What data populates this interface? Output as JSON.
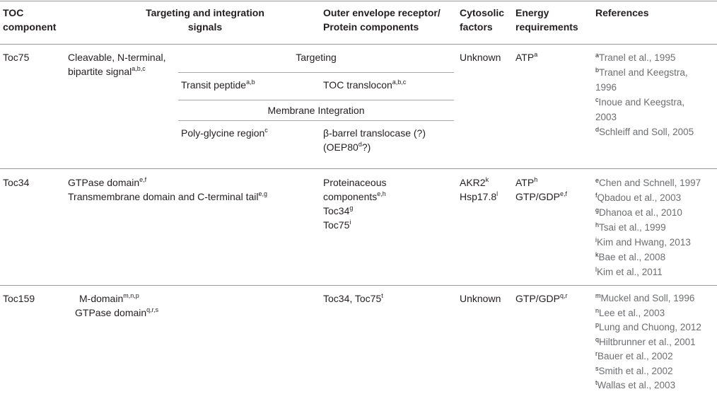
{
  "headers": {
    "toc_component": [
      "TOC",
      "component"
    ],
    "targeting": [
      "Targeting and integration",
      "signals"
    ],
    "receptor": [
      "Outer envelope receptor/",
      "Protein components"
    ],
    "cytosolic": [
      "Cytosolic",
      "factors"
    ],
    "energy": [
      "Energy",
      "requirements"
    ],
    "references": "References"
  },
  "rows": {
    "toc75": {
      "name": "Toc75",
      "signal": [
        "Cleavable, N-terminal,",
        "bipartite signal"
      ],
      "signal_sup": "a,b,c",
      "targeting_label": "Targeting",
      "transit_peptide": "Transit peptide",
      "transit_peptide_sup": "a,b",
      "toc_translocon": "TOC translocon",
      "toc_translocon_sup": "a,b,c",
      "membrane_integration": "Membrane Integration",
      "poly_glycine": "Poly-glycine region",
      "poly_glycine_sup": "c",
      "barrel": "β-barrel translocase (?)",
      "oep_pre": "(OEP80",
      "oep_sup": "d",
      "oep_post": "?)",
      "cytosolic": "Unknown",
      "energy": "ATP",
      "energy_sup": "a",
      "references": [
        {
          "sup": "a",
          "text": "Tranel et al., 1995"
        },
        {
          "sup": "b",
          "text": "Tranel and Keegstra,"
        },
        {
          "sup": "",
          "text": "1996"
        },
        {
          "sup": "c",
          "text": "Inoue and Keegstra,"
        },
        {
          "sup": "",
          "text": "2003"
        },
        {
          "sup": "d",
          "text": "Schleiff and Soll, 2005"
        }
      ]
    },
    "toc34": {
      "name": "Toc34",
      "signal1": "GTPase domain",
      "signal1_sup": "e,f",
      "signal2": "Transmembrane domain and C-terminal tail",
      "signal2_sup": "e,g",
      "receptor1": "Proteinaceous",
      "receptor2": "components",
      "receptor2_sup": "e,h",
      "receptor3": "Toc34",
      "receptor3_sup": "g",
      "receptor4": "Toc75",
      "receptor4_sup": "i",
      "cytosolic1": "AKR2",
      "cytosolic1_sup": "k",
      "cytosolic2": "Hsp17.8",
      "cytosolic2_sup": "l",
      "energy1": "ATP",
      "energy1_sup": "h",
      "energy2": "GTP/GDP",
      "energy2_sup": "e,f",
      "references": [
        {
          "sup": "e",
          "text": "Chen and Schnell, 1997"
        },
        {
          "sup": "f",
          "text": "Qbadou et al., 2003"
        },
        {
          "sup": "g",
          "text": "Dhanoa et al., 2010"
        },
        {
          "sup": "h",
          "text": "Tsai et al., 1999"
        },
        {
          "sup": "i",
          "text": "Kim and Hwang, 2013"
        },
        {
          "sup": "k",
          "text": "Bae et al., 2008"
        },
        {
          "sup": "l",
          "text": "Kim et al., 2011"
        }
      ]
    },
    "toc159": {
      "name": "Toc159",
      "signal1": "M-domain",
      "signal1_sup": "m,n,p",
      "signal2": "GTPase domain",
      "signal2_sup": "q,r,s",
      "receptor": "Toc34, Toc75",
      "receptor_sup": "t",
      "cytosolic": "Unknown",
      "energy": "GTP/GDP",
      "energy_sup": "q,r",
      "references": [
        {
          "sup": "m",
          "text": "Muckel and Soll, 1996"
        },
        {
          "sup": "n",
          "text": "Lee et al., 2003"
        },
        {
          "sup": "p",
          "text": "Lung and Chuong, 2012"
        },
        {
          "sup": "q",
          "text": "Hiltbrunner et al., 2001"
        },
        {
          "sup": "r",
          "text": "Bauer et al., 2002"
        },
        {
          "sup": "s",
          "text": "Smith et al., 2002"
        },
        {
          "sup": "t",
          "text": "Wallas et al., 2003"
        }
      ]
    }
  }
}
